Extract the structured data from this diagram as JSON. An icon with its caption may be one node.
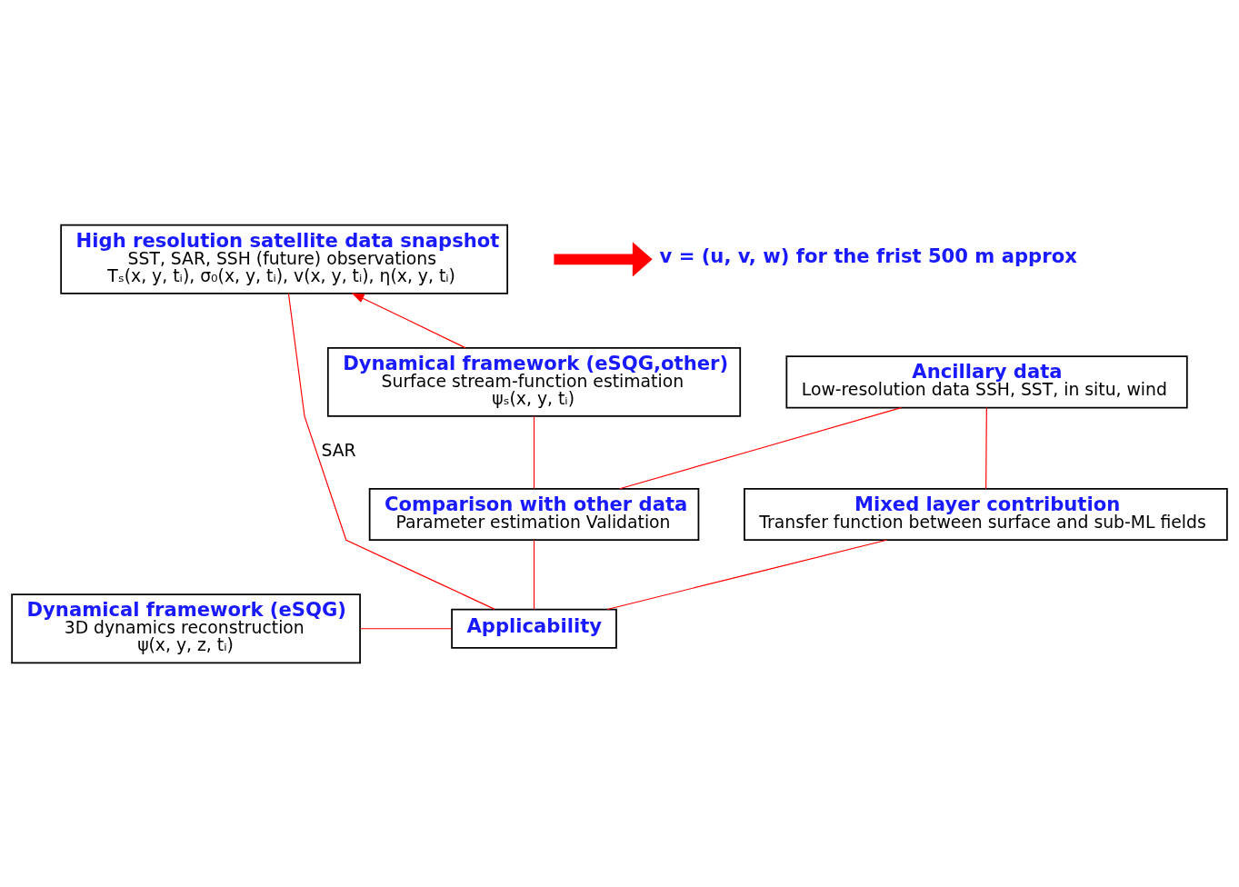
{
  "diagram": {
    "nodes": [
      {
        "text": [
          "High resolution satellite data snapshot",
          "SST, SAR, SSH (future) observations",
          "Tₛ(x, y, tᵢ), σ₀(x, y, tᵢ), v(x, y, tᵢ), η(x, y, tᵢ)"
        ]
      },
      {
        "text": [
          "Ancillary data",
          "Low-resolution data SSH, SST, in situ, wind"
        ]
      },
      {
        "text": [
          "Dynamical framework (eSQG,other)",
          "Surface stream-function estimation",
          "ψₛ(x, y, tᵢ)"
        ]
      },
      {
        "text": [
          "Mixed layer contribution",
          "Transfer function between surface and sub-ML fields"
        ]
      },
      {
        "text": [
          "Comparison with other data",
          "Parameter estimation Validation"
        ]
      },
      {
        "text": [
          "Applicability"
        ]
      },
      {
        "text": [
          "Dynamical framework (eSQG)",
          "3D dynamics reconstruction",
          "ψ(x, y, z, tᵢ)"
        ]
      },
      {
        "text": [
          "v = (u, v, w) for the frist 500 m approx"
        ]
      }
    ],
    "edges": [
      {
        "from": 2,
        "to": 0,
        "arrow": "to"
      },
      {
        "from": 1,
        "to": 3,
        "arrow": "none"
      },
      {
        "from": 1,
        "to": 4,
        "arrow": "none"
      },
      {
        "from": 2,
        "to": 4,
        "arrow": "none"
      },
      {
        "from": 3,
        "to": 5,
        "arrow": "none"
      },
      {
        "from": 4,
        "to": 5,
        "arrow": "none"
      },
      {
        "from": 6,
        "to": 5,
        "arrow": "none"
      },
      {
        "from": 0,
        "to": 5,
        "arrow": "none",
        "label": "SAR"
      },
      {
        "from": null,
        "to": 7,
        "arrow": "to",
        "style": "thick"
      }
    ]
  }
}
